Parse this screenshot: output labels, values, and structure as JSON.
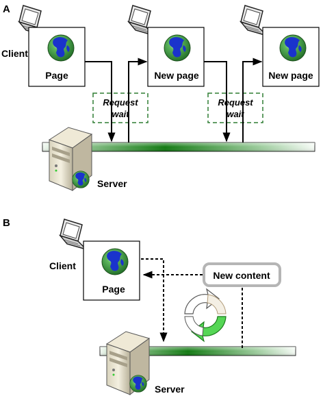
{
  "section_a": {
    "label": "A",
    "client_label": "Client",
    "page1_label": "Page",
    "page2_label": "New page",
    "page3_label": "New page",
    "wait1_line1": "Request",
    "wait1_line2": "wait",
    "wait2_line1": "Request",
    "wait2_line2": "wait",
    "server_label": "Server"
  },
  "section_b": {
    "label": "B",
    "client_label": "Client",
    "page_label": "Page",
    "new_content_label": "New content",
    "server_label": "Server"
  },
  "colors": {
    "wait_box_border": "#2e7d32",
    "timeline_green": "#1b8a1b",
    "new_content_border": "#b5b5b5",
    "globe_blue": "#1a33cc",
    "globe_green": "#2f9a3a"
  }
}
